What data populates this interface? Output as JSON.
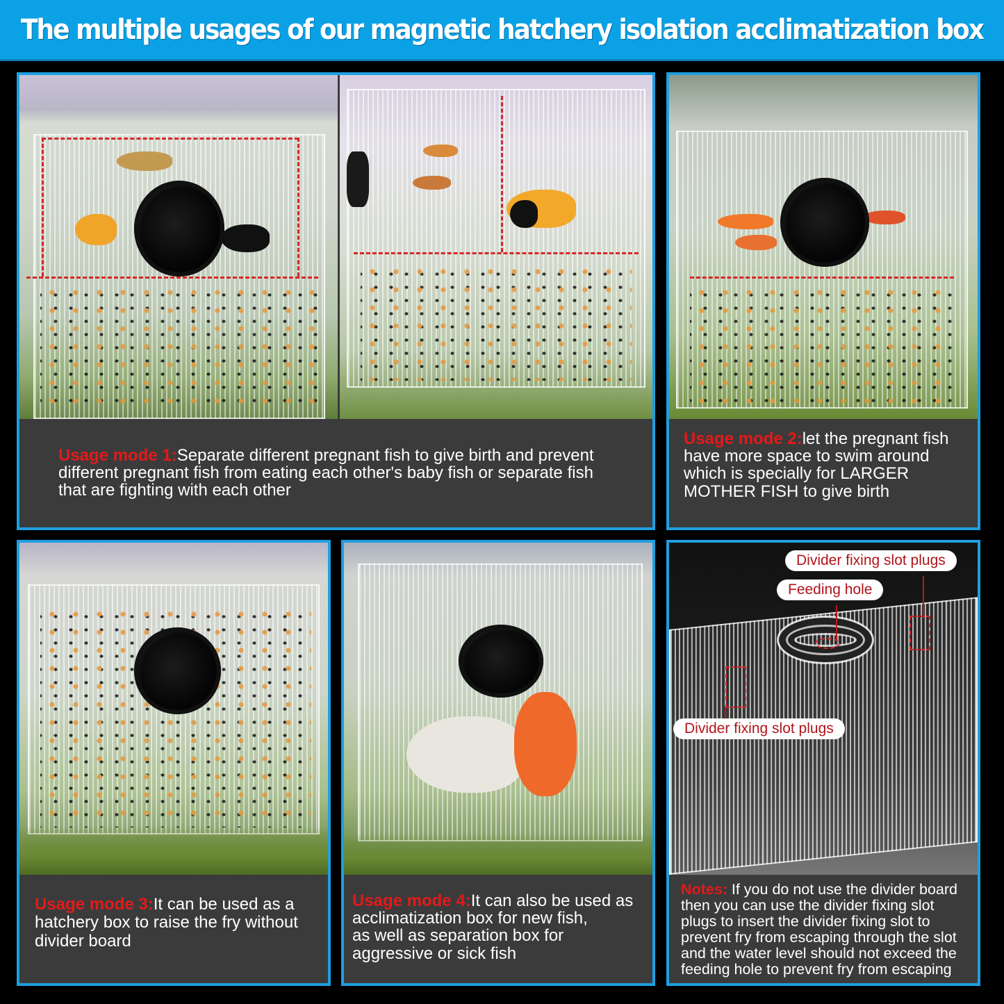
{
  "header": {
    "title": "The multiple usages of our magnetic hatchery isolation acclimatization box",
    "background_color": "#0aa1e6"
  },
  "colors": {
    "panel_border": "#1e9fe0",
    "caption_background": "#3b3b3b",
    "lead_text": "#e31a1a",
    "body_text": "#ffffff",
    "marker_dashes": "#d8262a"
  },
  "panels": [
    {
      "id": "mode-1",
      "lead": "Usage mode 1:",
      "text": "Separate different pregnant fish to give birth and prevent different pregnant fish from eating each other's baby fish or separate fish that are fighting with each other",
      "lines": [
        "Separate different pregnant fish to give birth and prevent",
        "different pregnant fish from eating each other's baby fish or separate fish",
        "that are fighting with each other"
      ],
      "photos": [
        "box-with-magnet-and-fry",
        "box-with-divider-board"
      ]
    },
    {
      "id": "mode-2",
      "lead": "Usage mode 2:",
      "lines": [
        "let the pregnant fish",
        "have more space to swim around",
        "which is specially for LARGER",
        "MOTHER FISH to give birth"
      ],
      "photos": [
        "box-with-guppies-and-fry"
      ]
    },
    {
      "id": "mode-3",
      "lead": "Usage mode 3:",
      "lines": [
        "It can be used as a",
        "hatchery box to raise the fry without",
        "divider board"
      ],
      "photos": [
        "box-full-of-fry"
      ]
    },
    {
      "id": "mode-4",
      "lead": "Usage mode 4:",
      "lines": [
        "It can also be used as",
        "acclimatization box for new fish,",
        "as well as separation box for",
        "aggressive or sick fish"
      ],
      "photos": [
        "box-with-two-goldfish"
      ]
    },
    {
      "id": "notes",
      "lead": "Notes:",
      "lines": [
        " If you do not use the divider board",
        "then you can use the divider fixing slot",
        "plugs to insert the divider fixing slot to",
        "prevent fry from escaping through the slot",
        "and the water level should not exceed the",
        "feeding hole to prevent fry from escaping"
      ],
      "photos": [
        "box-top-closeup"
      ],
      "callouts": [
        "Divider fixing slot plugs",
        "Feeding hole",
        "Divider fixing slot plugs"
      ]
    }
  ]
}
